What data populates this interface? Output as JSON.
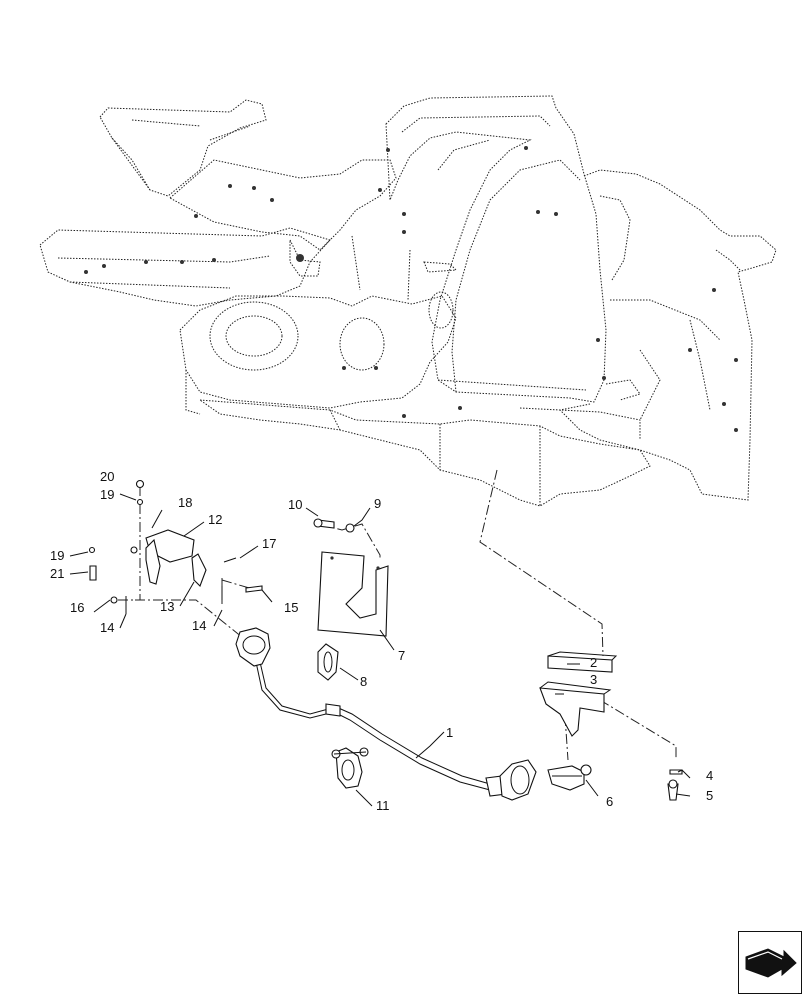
{
  "callouts": [
    {
      "id": "c1",
      "text": "1"
    },
    {
      "id": "c2",
      "text": "2"
    },
    {
      "id": "c3",
      "text": "3"
    },
    {
      "id": "c4",
      "text": "4"
    },
    {
      "id": "c5",
      "text": "5"
    },
    {
      "id": "c6",
      "text": "6"
    },
    {
      "id": "c7",
      "text": "7"
    },
    {
      "id": "c8",
      "text": "8"
    },
    {
      "id": "c9",
      "text": "9"
    },
    {
      "id": "c10",
      "text": "10"
    },
    {
      "id": "c11",
      "text": "11"
    },
    {
      "id": "c12",
      "text": "12"
    },
    {
      "id": "c13",
      "text": "13"
    },
    {
      "id": "c14a",
      "text": "14"
    },
    {
      "id": "c14b",
      "text": "14"
    },
    {
      "id": "c15",
      "text": "15"
    },
    {
      "id": "c16",
      "text": "16"
    },
    {
      "id": "c17",
      "text": "17"
    },
    {
      "id": "c18",
      "text": "18"
    },
    {
      "id": "c19a",
      "text": "19"
    },
    {
      "id": "c19b",
      "text": "19"
    },
    {
      "id": "c20",
      "text": "20"
    },
    {
      "id": "c21",
      "text": "21"
    }
  ],
  "nav_icon": "next-page-arrow-icon"
}
